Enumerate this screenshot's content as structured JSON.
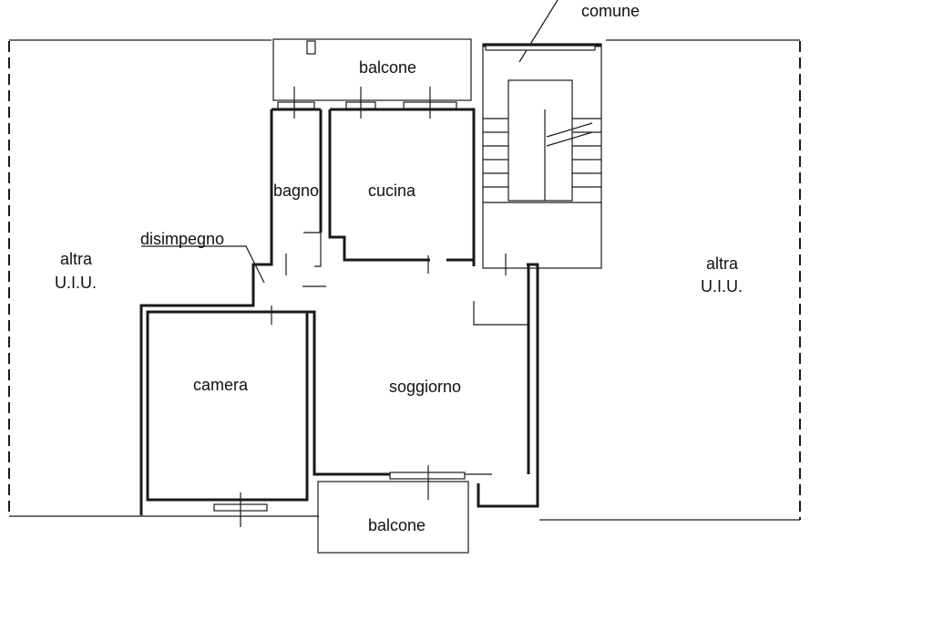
{
  "plan": {
    "rooms": {
      "comune": "comune",
      "balcone_top": "balcone",
      "bagno": "bagno",
      "cucina": "cucina",
      "disimpegno": "disimpegno",
      "camera": "camera",
      "soggiorno": "soggiorno",
      "balcone_bottom": "balcone",
      "altra_left_1": "altra",
      "altra_left_2": "U.I.U.",
      "altra_right_1": "altra",
      "altra_right_2": "U.I.U."
    }
  }
}
